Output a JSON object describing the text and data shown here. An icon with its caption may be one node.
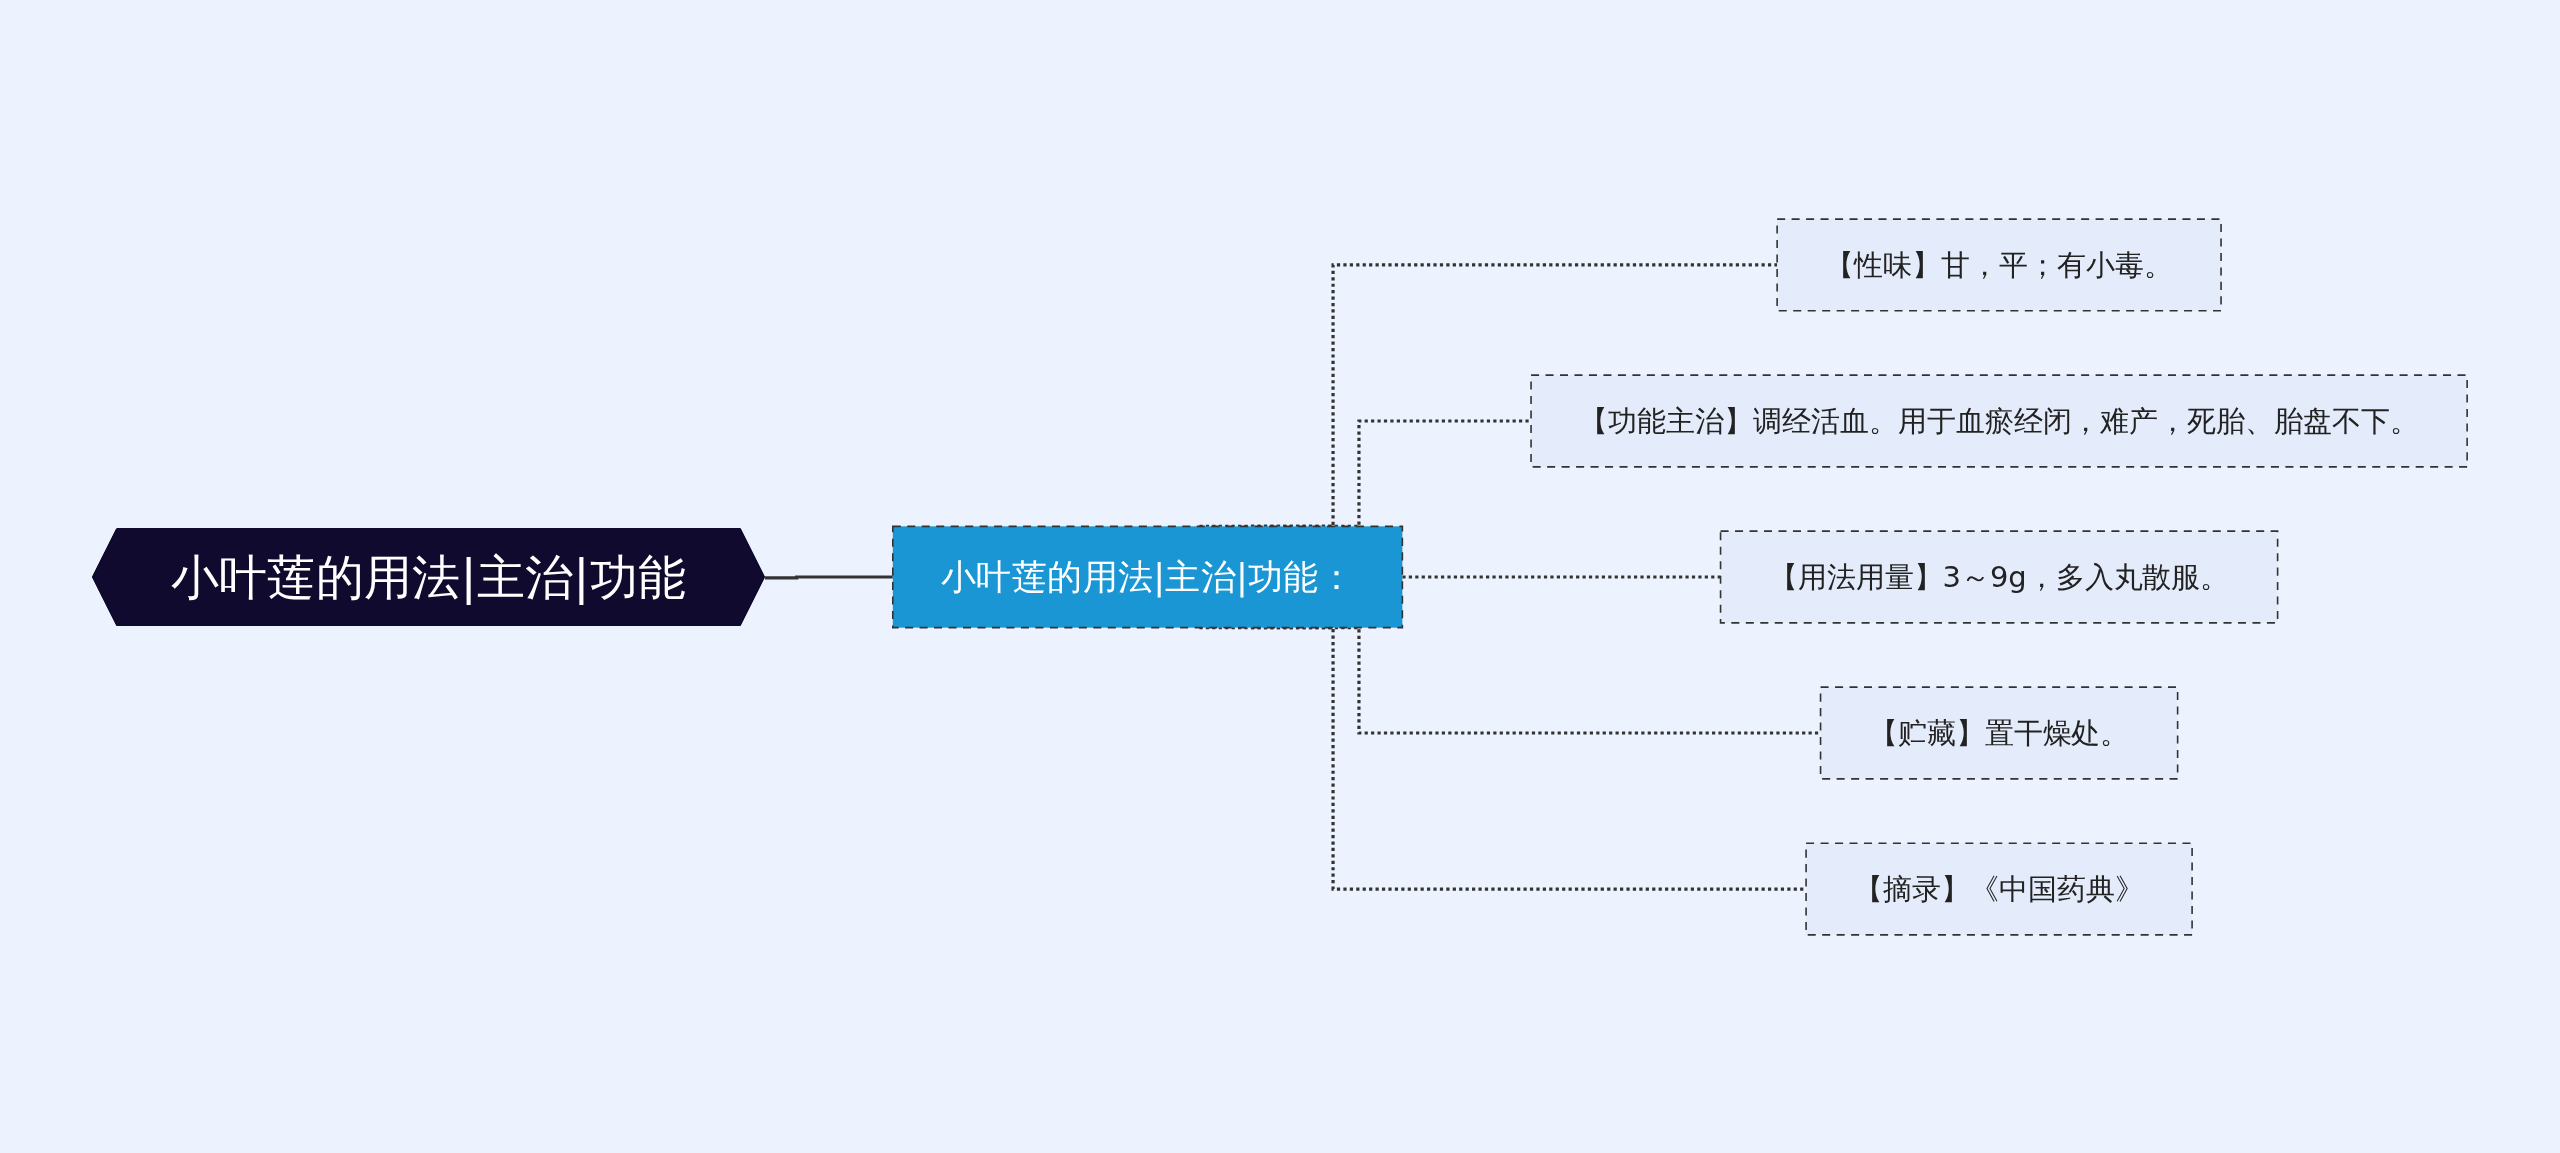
{
  "diagram": {
    "nodes": [
      {
        "text": [
          "小叶莲的用法|主治|功能"
        ]
      },
      {
        "text": [
          "小叶莲的用法|主治|功能："
        ]
      },
      {
        "text": [
          "【性味】甘，平；有小毒。"
        ]
      },
      {
        "text": [
          "【功能主治】调经活血。用于血瘀经闭，难产，死胎、胎盘不下。"
        ]
      },
      {
        "text": [
          "【用法用量】3～9g，多入丸散服。"
        ]
      },
      {
        "text": [
          "【贮藏】置干燥处。"
        ]
      },
      {
        "text": [
          "【摘录】《中国药典》"
        ]
      }
    ],
    "edges": [
      {
        "from": 0,
        "to": 1,
        "arrow": "none"
      },
      {
        "from": 1,
        "to": 2,
        "arrow": "none",
        "style": "dashed"
      },
      {
        "from": 1,
        "to": 3,
        "arrow": "none",
        "style": "dashed"
      },
      {
        "from": 1,
        "to": 4,
        "arrow": "none",
        "style": "dashed"
      },
      {
        "from": 1,
        "to": 5,
        "arrow": "none",
        "style": "dashed"
      },
      {
        "from": 1,
        "to": 6,
        "arrow": "none",
        "style": "dashed"
      }
    ]
  }
}
